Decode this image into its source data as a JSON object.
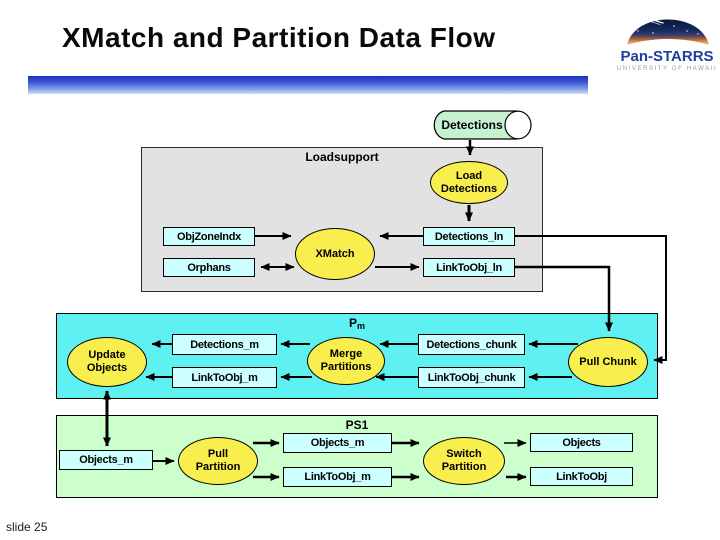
{
  "slide": {
    "title": "XMatch and Partition Data Flow",
    "page_label": "slide 25"
  },
  "logo": {
    "brand": "Pan-STARRS",
    "subtitle": "UNIVERSITY OF HAWAII"
  },
  "colors": {
    "bar_top": "#2030bf",
    "bar_bottom": "#cfe0f5",
    "brand_blue": "#1d3f9e",
    "band_loadsupport": "#e2e2e2",
    "band_pm": "#5ff0f2",
    "band_ps1": "#ccffcc",
    "table_fill": "#ccffff",
    "process_fill": "#f8ee4d",
    "tape_fill": "#c7f2d0"
  },
  "diagram": {
    "source": {
      "label": "Detections"
    },
    "loadsupport": {
      "band_label": "Loadsupport",
      "load_detections": "Load Detections",
      "objzoneindx": "ObjZoneIndx",
      "orphans": "Orphans",
      "xmatch": "XMatch",
      "detections_ln": "Detections_ln",
      "linktoobj_ln": "LinkToObj_ln"
    },
    "pm": {
      "band_label_main": "P",
      "band_label_sub": "m",
      "update_objects": "Update Objects",
      "detections_m": "Detections_m",
      "linktoobj_m": "LinkToObj_m",
      "merge_partitions": "Merge Partitions",
      "detections_chunk": "Detections_chunk",
      "linktoobj_chunk": "LinkToObj_chunk",
      "pull_chunk": "Pull Chunk"
    },
    "ps1": {
      "band_label": "PS1",
      "objects_m_staging": "Objects_m",
      "pull_partition": "Pull Partition",
      "objects_m": "Objects_m",
      "linktoobj_m": "LinkToObj_m",
      "switch_partition": "Switch Partition",
      "objects": "Objects",
      "linktoobj": "LinkToObj"
    }
  }
}
